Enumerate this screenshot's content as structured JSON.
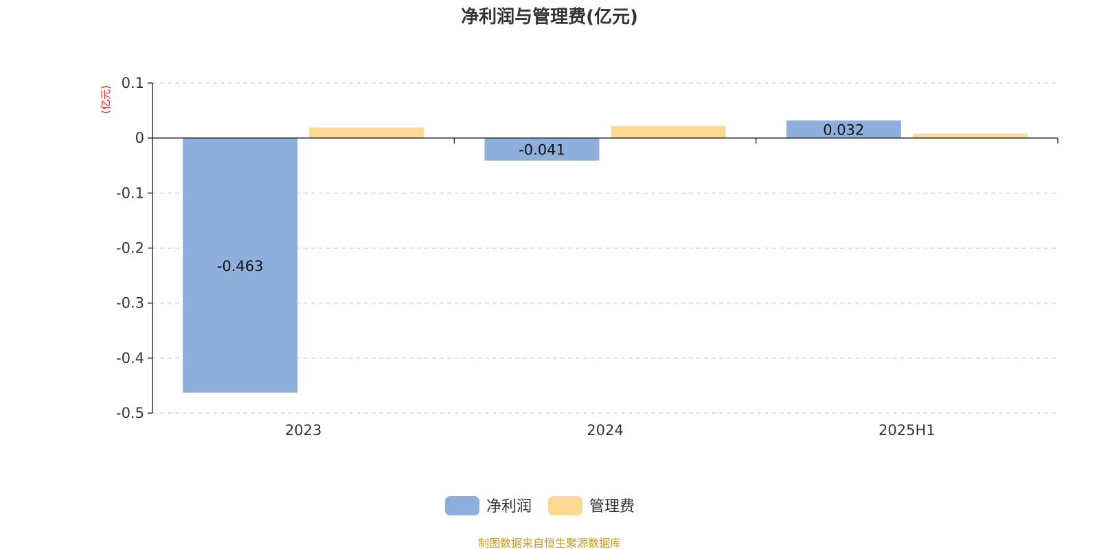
{
  "chart_data": {
    "type": "bar",
    "title": "净利润与管理费(亿元)",
    "unit_label": "(亿元)",
    "categories": [
      "2023",
      "2024",
      "2025H1"
    ],
    "series": [
      {
        "name": "净利润",
        "color": "#8eaedb",
        "values": [
          -0.463,
          -0.041,
          0.032
        ],
        "labels": [
          "-0.463",
          "-0.041",
          "0.032"
        ]
      },
      {
        "name": "管理费",
        "color": "#fdd994",
        "values": [
          0.019,
          0.022,
          0.008
        ]
      }
    ],
    "ylim": [
      -0.5,
      0.1
    ],
    "yticks": [
      0.1,
      0,
      -0.1,
      -0.2,
      -0.3,
      -0.4,
      -0.5
    ],
    "ytick_labels": [
      "0.1",
      "0",
      "-0.1",
      "-0.2",
      "-0.3",
      "-0.4",
      "-0.5"
    ],
    "grid": true,
    "legend_position": "bottom-center",
    "source_note": "制图数据来自恒生聚源数据库"
  }
}
